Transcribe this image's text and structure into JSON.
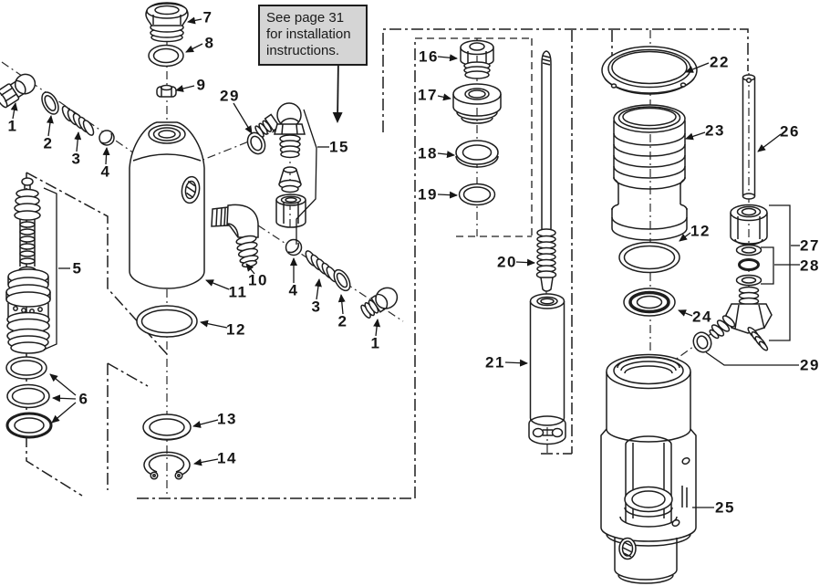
{
  "figure": {
    "note": {
      "lines": [
        "See page 31",
        "for installation",
        "instructions."
      ]
    },
    "callouts": [
      {
        "num": "7"
      },
      {
        "num": "8"
      },
      {
        "num": "9"
      },
      {
        "num": "29"
      },
      {
        "num": "15"
      },
      {
        "num": "1"
      },
      {
        "num": "2"
      },
      {
        "num": "3"
      },
      {
        "num": "4"
      },
      {
        "num": "5"
      },
      {
        "num": "6"
      },
      {
        "num": "10"
      },
      {
        "num": "11"
      },
      {
        "num": "12"
      },
      {
        "num": "4"
      },
      {
        "num": "3"
      },
      {
        "num": "2"
      },
      {
        "num": "1"
      },
      {
        "num": "13"
      },
      {
        "num": "14"
      },
      {
        "num": "16"
      },
      {
        "num": "17"
      },
      {
        "num": "18"
      },
      {
        "num": "19"
      },
      {
        "num": "20"
      },
      {
        "num": "21"
      },
      {
        "num": "22"
      },
      {
        "num": "23"
      },
      {
        "num": "26"
      },
      {
        "num": "12"
      },
      {
        "num": "24"
      },
      {
        "num": "27"
      },
      {
        "num": "28"
      },
      {
        "num": "29"
      },
      {
        "num": "25"
      }
    ],
    "colors": {
      "ink": "#1d1d1d",
      "note_fill": "#d5d5d5",
      "paper": "#ffffff"
    }
  }
}
